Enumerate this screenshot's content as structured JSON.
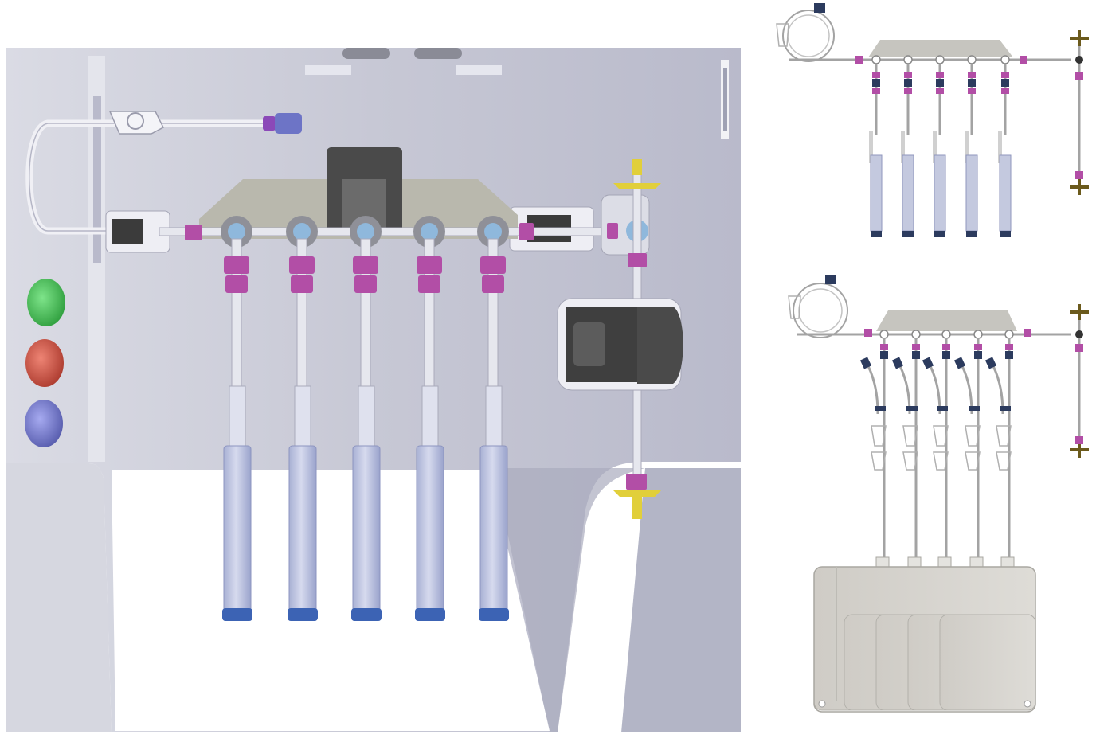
{
  "figure": {
    "panels": [
      {
        "id": "main-render",
        "kind": "3d-render",
        "syringe_count": 5
      },
      {
        "id": "schematic-top",
        "kind": "schematic",
        "syringe_count": 5
      },
      {
        "id": "schematic-bottom",
        "kind": "schematic",
        "bag_count": 5
      }
    ],
    "colors": {
      "device_body": "#c9cad6",
      "device_shadow": "#9fa1b4",
      "tubing": "#e6e7ee",
      "connector": "#b24ea6",
      "manifold": "#b9b8ad",
      "clamp_dark": "#4a4a4a",
      "syringe_barrel": "#b3bad8",
      "syringe_cap": "#3c63b4",
      "filter_yellow": "#e1cf3a",
      "button_green": "#3fbf4f",
      "button_red": "#c94a3c",
      "button_blue": "#6f74c7",
      "bag": "#d3d1cc",
      "schematic_line": "#a3a3a3",
      "schematic_cap": "#2c3b5e"
    }
  }
}
